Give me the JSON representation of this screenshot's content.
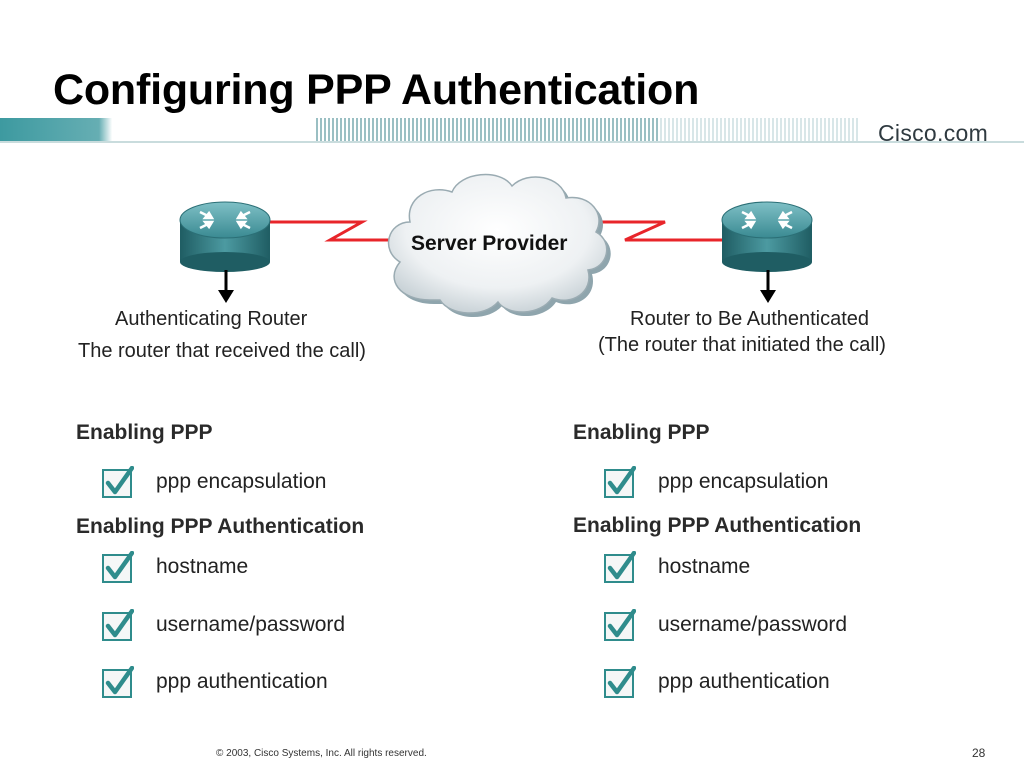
{
  "slide": {
    "title": "Configuring PPP Authentication",
    "brand": "Cisco.com",
    "footer_copyright": "© 2003, Cisco Systems, Inc. All rights reserved.",
    "page_number": "28"
  },
  "diagram": {
    "cloud_label": "Server Provider",
    "left_router": {
      "name": "Authenticating Router",
      "description": "The router that received the call)"
    },
    "right_router": {
      "name": "Router to Be Authenticated",
      "description": "(The router that initiated the call)"
    }
  },
  "left_column": {
    "heading_ppp": "Enabling PPP",
    "ppp_items": [
      "ppp encapsulation"
    ],
    "heading_auth": "Enabling PPP Authentication",
    "auth_items": [
      "hostname",
      "username/password",
      "ppp authentication"
    ]
  },
  "right_column": {
    "heading_ppp": "Enabling PPP",
    "ppp_items": [
      "ppp encapsulation"
    ],
    "heading_auth": "Enabling PPP Authentication",
    "auth_items": [
      "hostname",
      "username/password",
      "ppp authentication"
    ]
  },
  "colors": {
    "router_teal": "#3c8a92",
    "link_red": "#e8252a",
    "check_teal": "#2f8c8c",
    "header_teal": "#3d9aa0"
  },
  "icons": {
    "router": "router-icon",
    "cloud": "cloud-icon",
    "arrow": "arrow-down-icon",
    "checkbox": "checkbox-checked-icon"
  }
}
